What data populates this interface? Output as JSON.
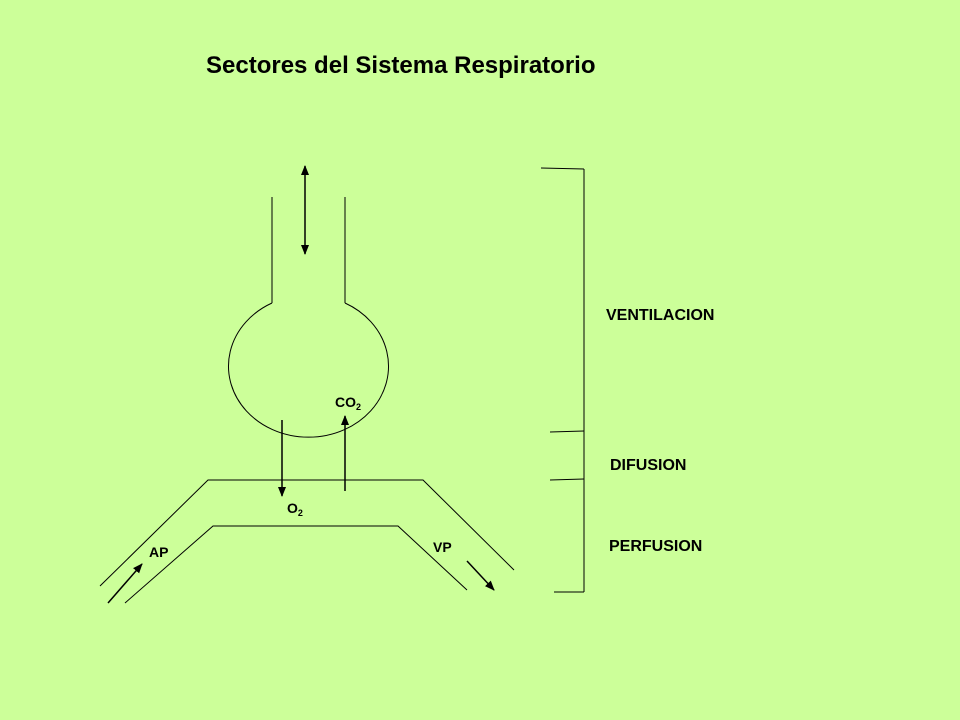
{
  "title": "Sectores del Sistema Respiratorio",
  "background_color": "#ccff99",
  "labels": {
    "ventilacion": "VENTILACION",
    "difusion": "DIFUSION",
    "perfusion": "PERFUSION",
    "co2_base": "CO",
    "co2_sub": "2",
    "o2_base": "O",
    "o2_sub": "2",
    "ap": "AP",
    "vp": "VP"
  }
}
